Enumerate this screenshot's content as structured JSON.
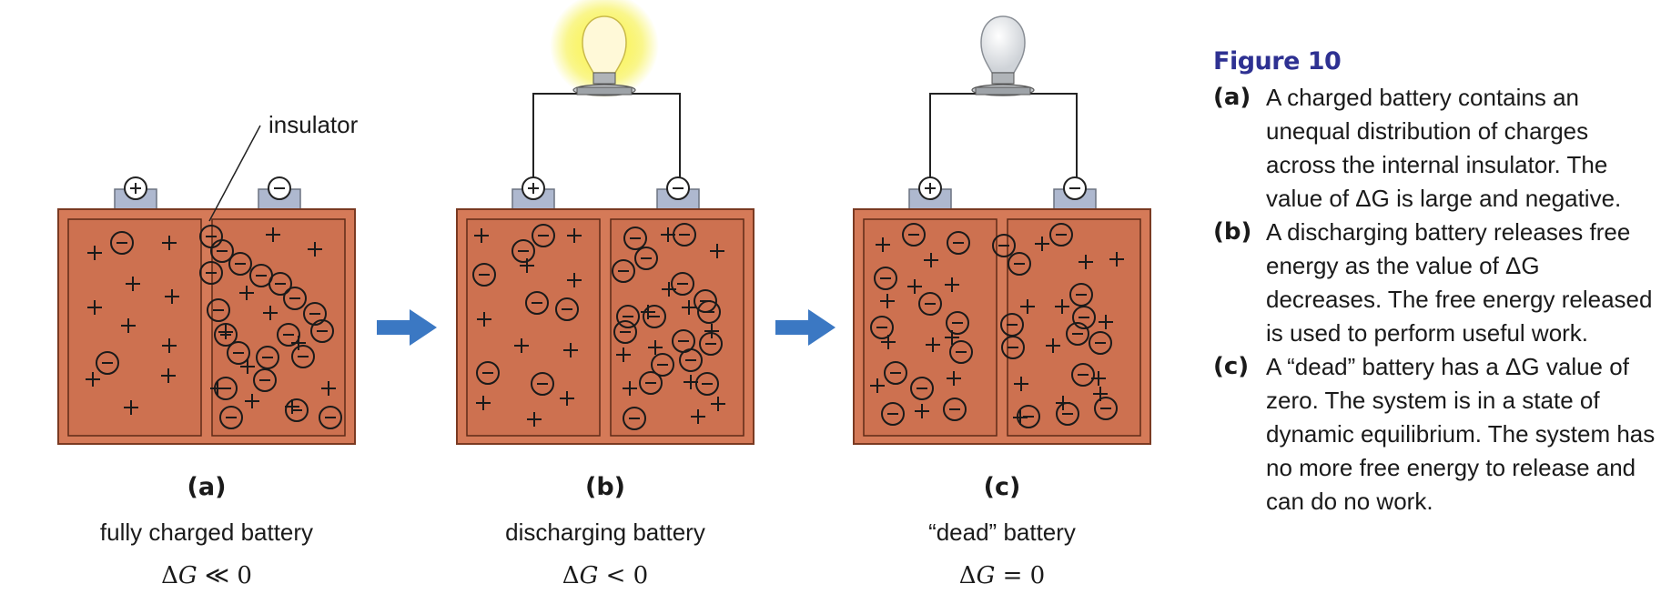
{
  "insulator_label": "insulator",
  "panels": [
    {
      "letter": "(a)",
      "caption": "fully charged battery",
      "eq_delta": "Δ",
      "eq_var": "G",
      "eq_rest": " ≪ 0",
      "bulb": "off"
    },
    {
      "letter": "(b)",
      "caption": "discharging battery",
      "eq_delta": "Δ",
      "eq_var": "G",
      "eq_rest": " < 0",
      "bulb": "lit"
    },
    {
      "letter": "(c)",
      "caption": "“dead” battery",
      "eq_delta": "Δ",
      "eq_var": "G",
      "eq_rest": " = 0",
      "bulb": "off"
    }
  ],
  "figure": {
    "title": "Figure 10",
    "items": [
      {
        "letter": "(a)",
        "text": "A charged battery contains an unequal distribution of charges across the internal insulator. The value of ΔG is large and negative."
      },
      {
        "letter": "(b)",
        "text": "A discharging battery releases free energy as the value of ΔG decreases. The free energy released is used to perform useful work."
      },
      {
        "letter": "(c)",
        "text": "A “dead” battery has a ΔG value of zero. The system is in a state of dynamic equilibrium. The system has no more free energy to release and can do no work."
      }
    ]
  },
  "colors": {
    "battery_fill": "#d57a58",
    "cell_fill": "#cd7150",
    "terminal": "#aeb8cf",
    "arrow": "#3b78c3",
    "title": "#2e3192",
    "bulb_glow": "#f7f02a"
  }
}
